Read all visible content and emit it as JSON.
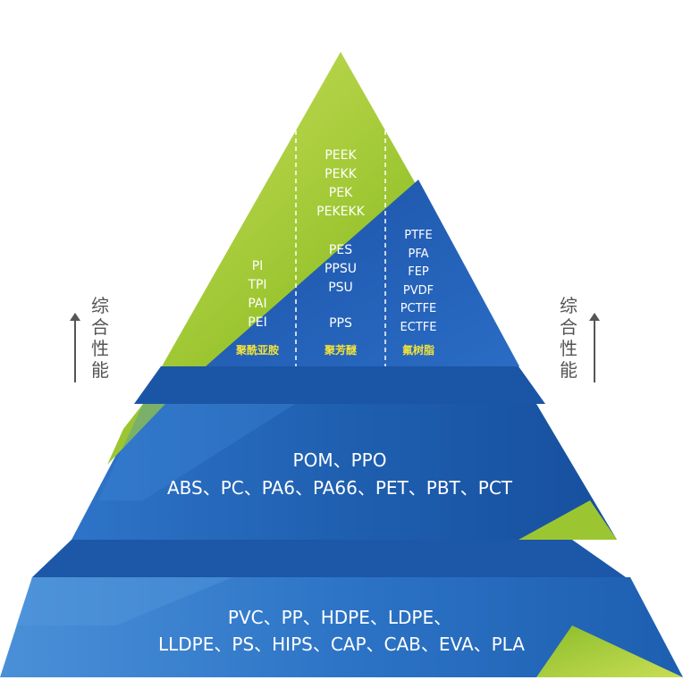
{
  "top": {
    "columns": [
      {
        "groups": [
          [
            "PI",
            "TPI",
            "PAI",
            "PEI"
          ]
        ],
        "category": "聚酰亚胺"
      },
      {
        "groups": [
          [
            "PEEK",
            "PEKK",
            "PEK",
            "PEKEKK"
          ],
          [
            "PES",
            "PPSU",
            "PSU"
          ],
          [
            "PPS"
          ]
        ],
        "category": "聚芳醚"
      },
      {
        "groups": [
          [
            "PTFE",
            "PFA",
            "FEP",
            "PVDF",
            "PCTFE",
            "ECTFE"
          ]
        ],
        "category": "氟树脂"
      }
    ]
  },
  "middle": {
    "line1": "POM、PPO",
    "line2": "ABS、PC、PA6、PA66、PET、PBT、PCT"
  },
  "bottom": {
    "line1": "PVC、PP、HDPE、LDPE、",
    "line2": "LLDPE、PS、HIPS、CAP、CAB、EVA、PLA"
  },
  "side_label": [
    "综",
    "合",
    "性",
    "能"
  ],
  "colors": {
    "blue": "#1f5fb0",
    "green": "#a6cc2e",
    "dark_blue": "#163f92",
    "category_text": "#f2e33b"
  }
}
